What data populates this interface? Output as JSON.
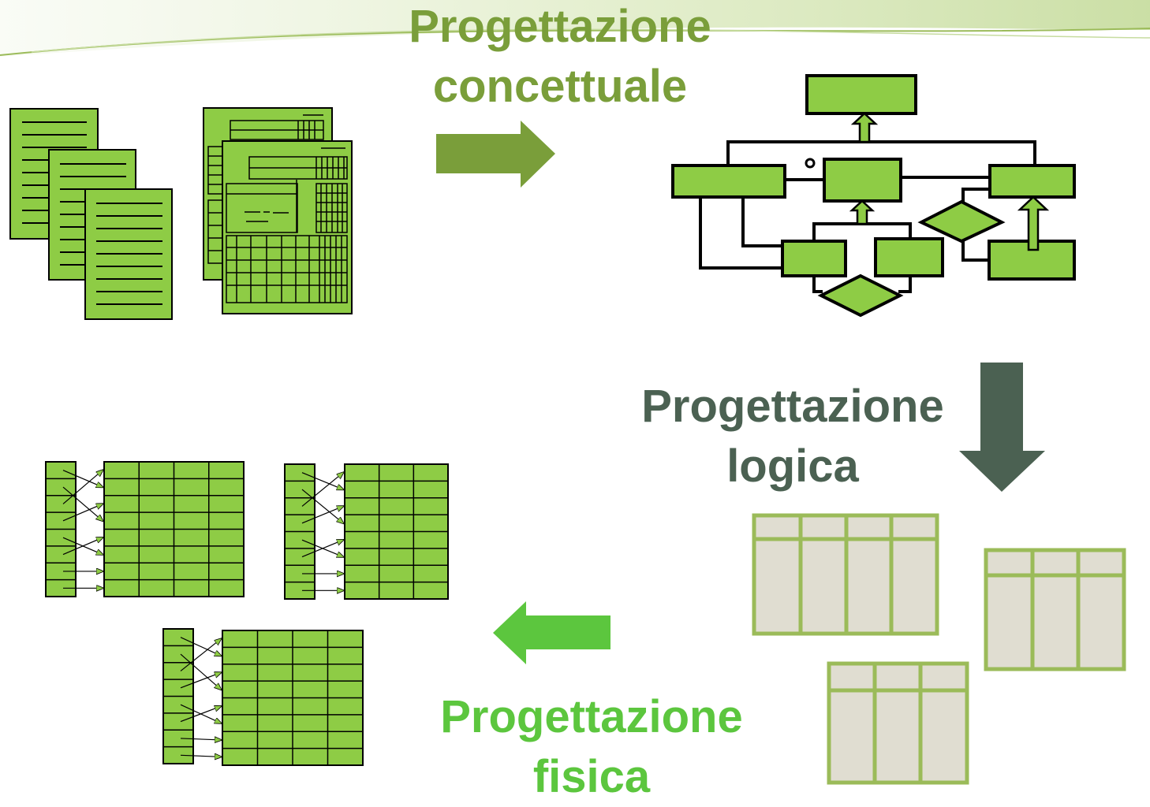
{
  "colors": {
    "green_fill": "#8ecc45",
    "conceptual_text": "#7a9e3a",
    "logical_text": "#4b6152",
    "physical_text": "#5cc63e",
    "conceptual_arrow": "#7a9e3a",
    "logical_arrow": "#4b6152",
    "physical_arrow": "#5cc63e",
    "logical_table_fill": "#e0ddd1",
    "logical_table_stroke": "#9bbb59"
  },
  "phases": {
    "conceptual": {
      "line1": "Progettazione",
      "line2": "concettuale"
    },
    "logical": {
      "line1": "Progettazione",
      "line2": "logica"
    },
    "physical": {
      "line1": "Progettazione",
      "line2": "fisica"
    }
  },
  "icons": {
    "requirements_documents": "stacked-documents-icon",
    "forms": "stacked-forms-icon",
    "er_schema": "er-diagram-icon",
    "logical_schema": "relational-tables-icon",
    "physical_schema": "indexed-tables-icon"
  }
}
